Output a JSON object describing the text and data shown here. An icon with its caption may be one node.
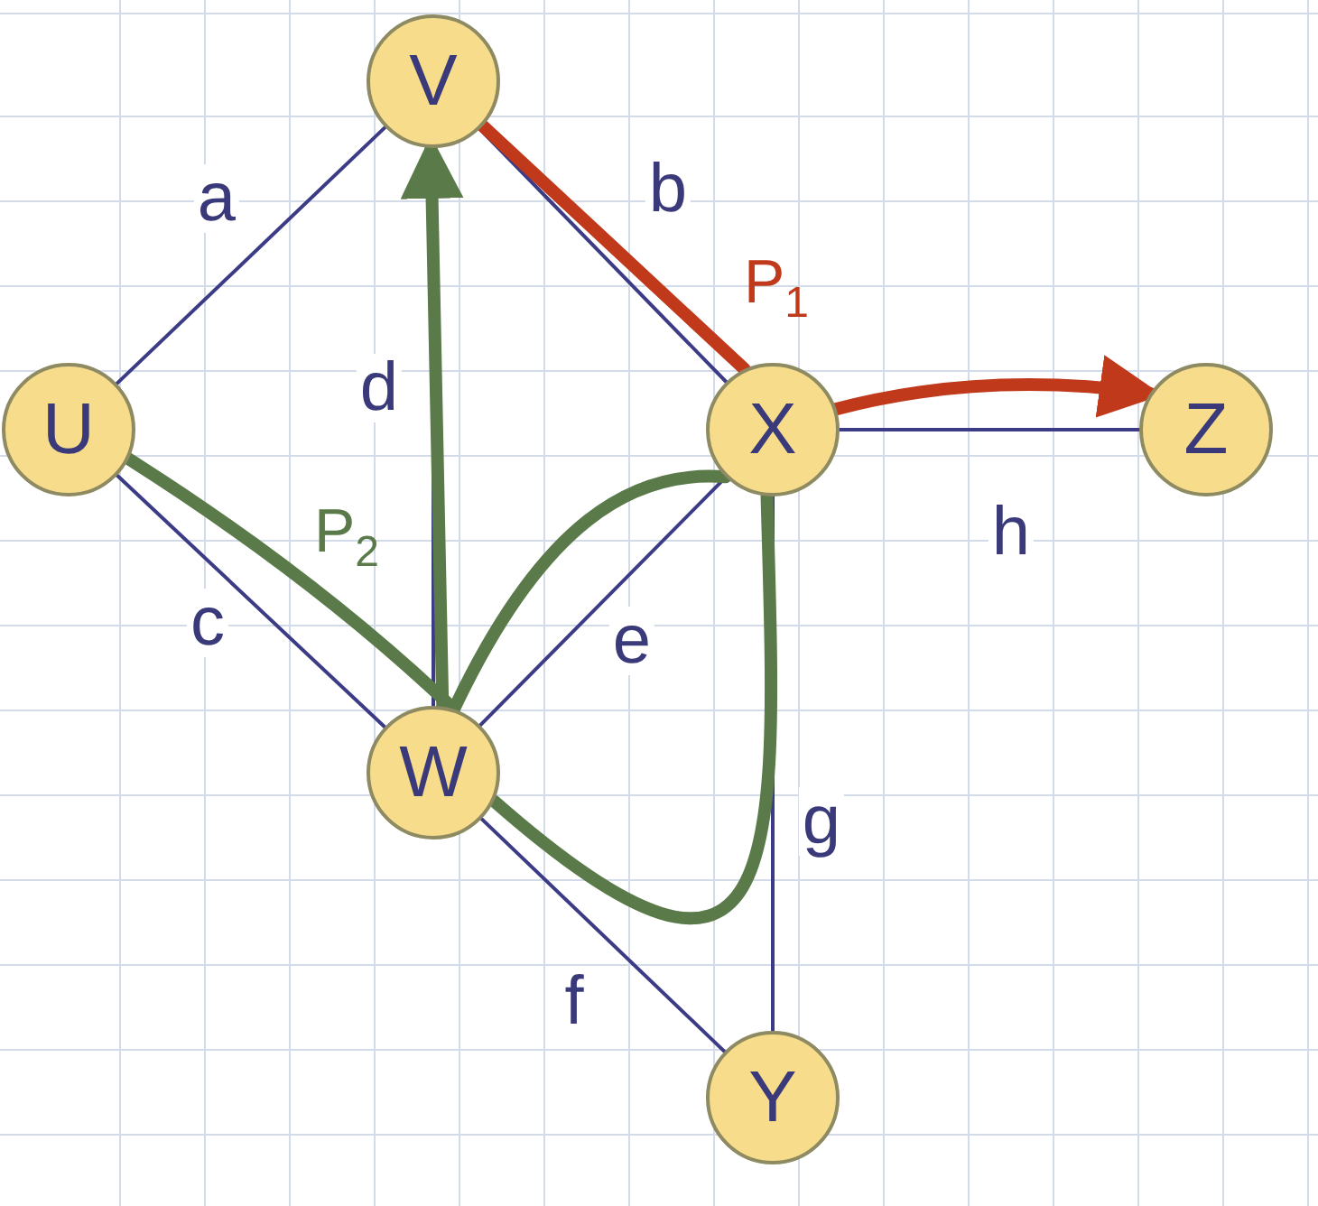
{
  "diagram": {
    "nodes": [
      {
        "text": [
          "V"
        ]
      },
      {
        "text": [
          "U"
        ]
      },
      {
        "text": [
          "X"
        ]
      },
      {
        "text": [
          "Z"
        ]
      },
      {
        "text": [
          "W"
        ]
      },
      {
        "text": [
          "Y"
        ]
      }
    ],
    "edges": [
      {
        "from": 1,
        "to": 0,
        "arrow": "none",
        "label": "a"
      },
      {
        "from": 0,
        "to": 2,
        "arrow": "none",
        "label": "b"
      },
      {
        "from": 0,
        "to": 4,
        "arrow": "none",
        "label": "d"
      },
      {
        "from": 1,
        "to": 4,
        "arrow": "none",
        "label": "c"
      },
      {
        "from": 4,
        "to": 2,
        "arrow": "none",
        "label": "e"
      },
      {
        "from": 2,
        "to": 3,
        "arrow": "none",
        "label": "h"
      },
      {
        "from": 2,
        "to": 5,
        "arrow": "none",
        "label": "g"
      },
      {
        "from": 4,
        "to": 5,
        "arrow": "none",
        "label": "f"
      },
      {
        "from": 0,
        "to": 2,
        "arrow": "none",
        "style": "thick",
        "color": "#c0391b"
      },
      {
        "from": 2,
        "to": 3,
        "arrow": "to",
        "style": "thick",
        "color": "#c0391b"
      },
      {
        "from": 1,
        "to": 4,
        "arrow": "none",
        "style": "thick",
        "color": "#5a7a4a"
      },
      {
        "from": 4,
        "to": 2,
        "arrow": "none",
        "style": "thick",
        "color": "#5a7a4a"
      },
      {
        "from": 2,
        "to": 4,
        "arrow": "none",
        "style": "thick",
        "color": "#5a7a4a"
      },
      {
        "from": 4,
        "to": 0,
        "arrow": "to",
        "style": "thick",
        "color": "#5a7a4a"
      }
    ],
    "labels": [
      "P$_{1}$",
      "P$_{2}$"
    ]
  }
}
